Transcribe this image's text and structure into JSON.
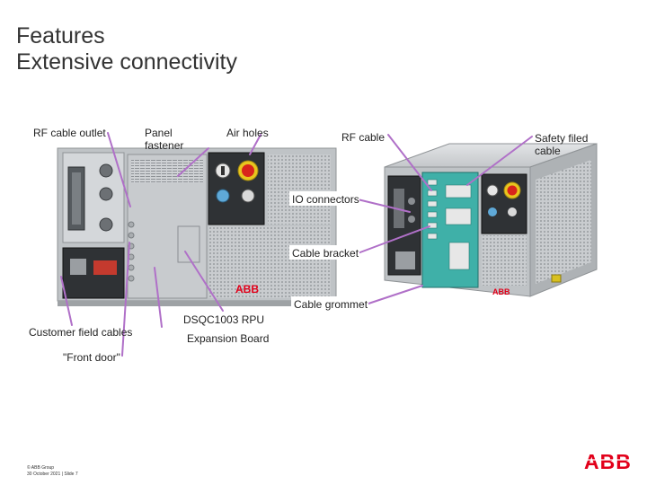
{
  "title": {
    "line1": "Features",
    "line2": "Extensive connectivity"
  },
  "labels": {
    "rf_cable_outlet": "RF cable outlet",
    "panel_fastener": "Panel fastener",
    "air_holes": "Air holes",
    "rf_cable": "RF cable",
    "safety_filed_cable": "Safety filed cable",
    "io_connectors": "IO connectors",
    "cable_bracket": "Cable bracket",
    "cable_grommet": "Cable grommet",
    "dsqc_rpu": "DSQC1003 RPU",
    "customer_field_cables": "Customer field cables",
    "expansion_board": "Expansion Board",
    "front_door": "\"Front door\""
  },
  "device": {
    "brand": "ABB"
  },
  "footer": {
    "line1": "© ABB Group",
    "line2": "30 October 2021 | Slide 7"
  },
  "logo": {
    "text": "ABB"
  },
  "colors": {
    "leader_line": "#b070c8",
    "brand_red": "#e2001a",
    "cabinet_grey": "#b8bcbf",
    "dark_panel": "#3a3d40",
    "board_teal": "#3fb0a8"
  }
}
